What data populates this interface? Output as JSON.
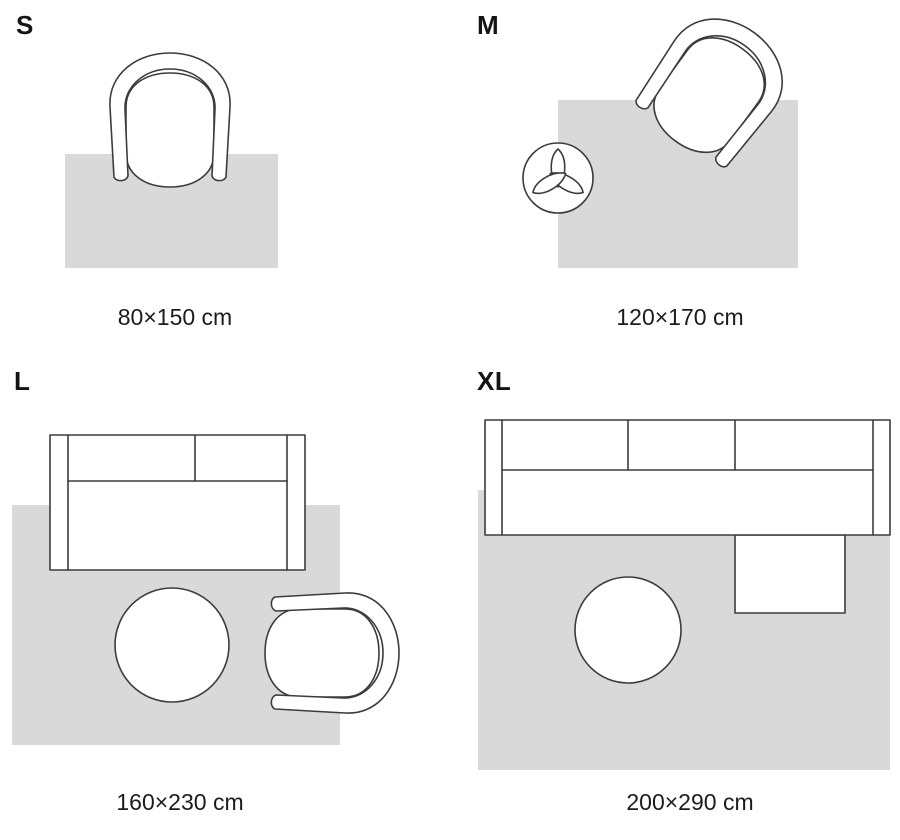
{
  "page": {
    "background": "#ffffff",
    "description": "Rug size guide diagram with four top-down room scenes"
  },
  "colors": {
    "rug_fill": "#d9d9d9",
    "furniture_fill": "#ffffff",
    "outline": "#3c3c3c",
    "text": "#141414"
  },
  "panels": {
    "s": {
      "label": "S",
      "caption": "80×150 cm",
      "furniture": [
        "armchair"
      ]
    },
    "m": {
      "label": "M",
      "caption": "120×170 cm",
      "furniture": [
        "plant",
        "armchair"
      ]
    },
    "l": {
      "label": "L",
      "caption": "160×230 cm",
      "furniture": [
        "sofa",
        "round-table",
        "armchair"
      ]
    },
    "xl": {
      "label": "XL",
      "caption": "200×290 cm",
      "furniture": [
        "sectional-sofa",
        "round-table"
      ]
    }
  }
}
